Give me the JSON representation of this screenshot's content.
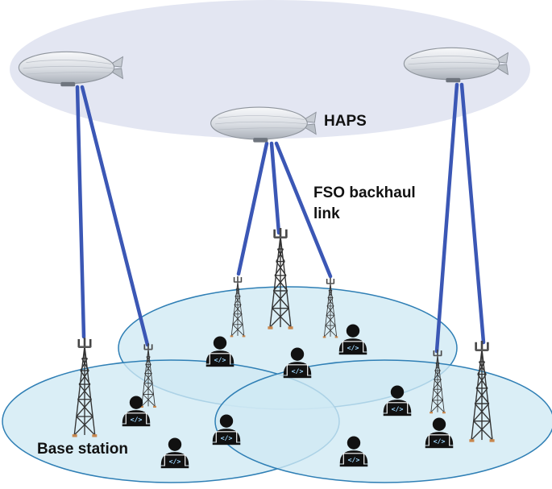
{
  "labels": {
    "haps": "HAPS",
    "fso_line1": "FSO backhaul",
    "fso_line2": "link",
    "base_station": "Base station"
  },
  "icons": {
    "airship": "airship-icon",
    "tower": "cell-tower-icon",
    "user": "user-laptop-icon",
    "code": "code-brackets-glyph"
  },
  "colors": {
    "sky_ellipse": "#e3e6f2",
    "coverage_fill": "#cfe9f4",
    "coverage_stroke": "#2f7fb5",
    "fso_link": "#3b57b5",
    "tower": "#333333",
    "user": "#111111",
    "airship_body": "#dfe3e8"
  }
}
